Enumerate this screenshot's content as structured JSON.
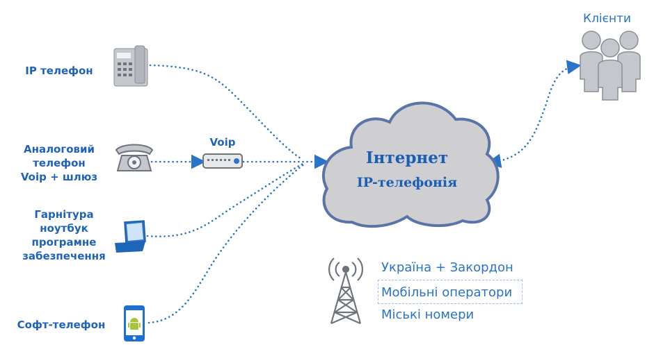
{
  "devices": {
    "ip_phone": "IP телефон",
    "analog_line1": "Аналоговий",
    "analog_line2": "телефон",
    "analog_line3": "Voip + шлюз",
    "headset_line1": "Гарнітура",
    "headset_line2": "ноутбук",
    "headset_line3": "програмне",
    "headset_line4": "забезпечення",
    "softphone": "Софт-телефон",
    "gateway": "Voip"
  },
  "cloud": {
    "title": "Інтернет",
    "subtitle": "IP-телефонія"
  },
  "clients": "Клієнти",
  "coverage": [
    "Україна + Закордон",
    "Мобільні оператори",
    "Міські номери"
  ],
  "colors": {
    "text_blue": "#1f63b8",
    "link_dotted": "#2a73c8",
    "cloud_fill": "#cfcfd1",
    "cloud_stroke": "#5a74a8",
    "icon_gray": "#c4c7cc"
  },
  "icons": {
    "ip_phone": "desk-phone-icon",
    "analog": "rotary-phone-icon",
    "gateway": "voip-gateway-icon",
    "headset": "laptop-icon",
    "softphone": "android-phone-icon",
    "clients": "people-group-icon",
    "tower": "radio-tower-icon"
  }
}
